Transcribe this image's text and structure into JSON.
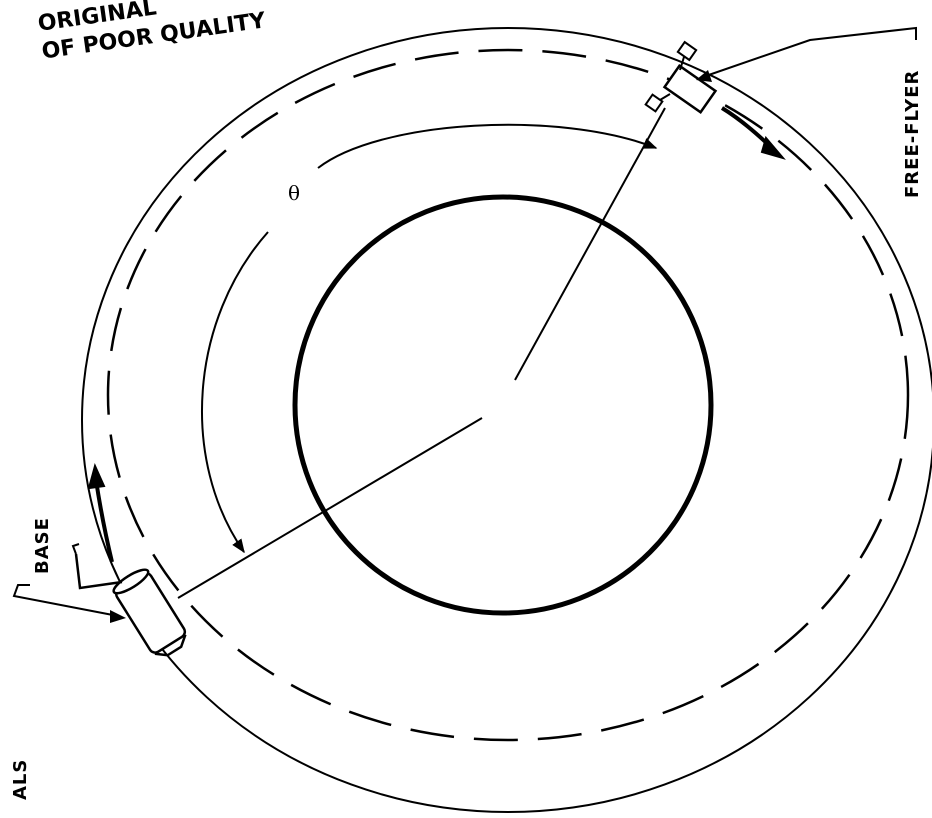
{
  "stamp": {
    "line1": "ORIGINAL",
    "line2": "OF POOR QUALITY"
  },
  "labels": {
    "free_flyer": "FREE-FLYER",
    "base": "BASE",
    "angle": "θ",
    "edge_fragment": "ALS"
  }
}
